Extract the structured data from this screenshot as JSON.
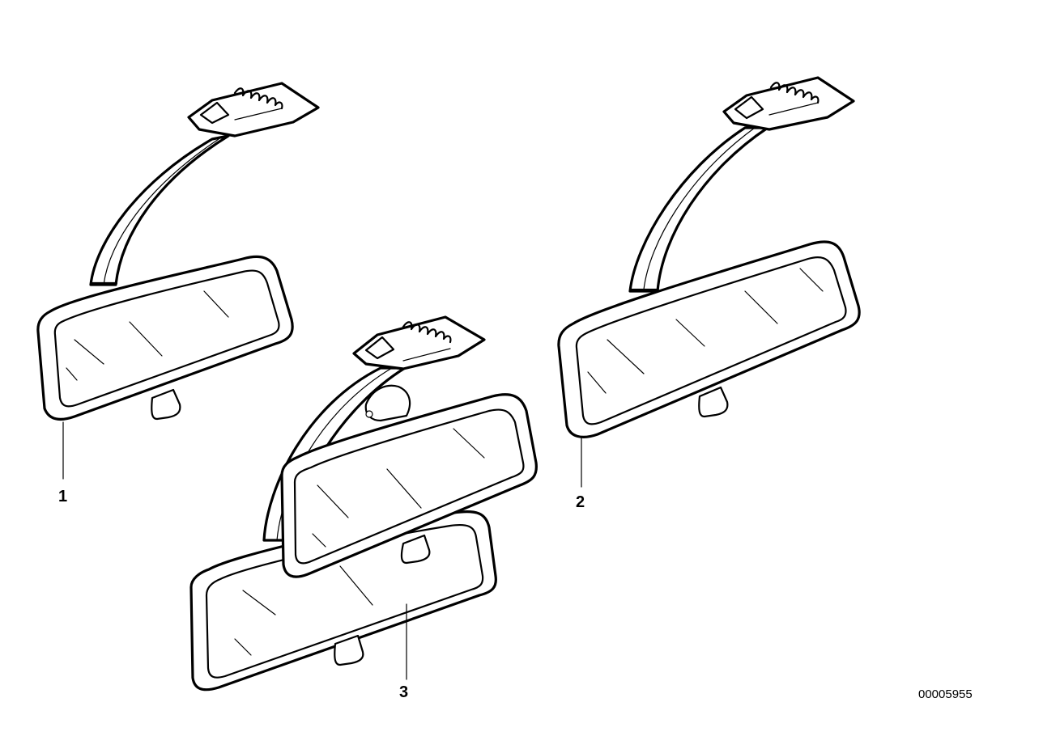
{
  "diagram": {
    "callouts": [
      {
        "id": "callout-1",
        "label": "1"
      },
      {
        "id": "callout-2",
        "label": "2"
      },
      {
        "id": "callout-3",
        "label": "3"
      }
    ],
    "doc_number": "00005955"
  }
}
